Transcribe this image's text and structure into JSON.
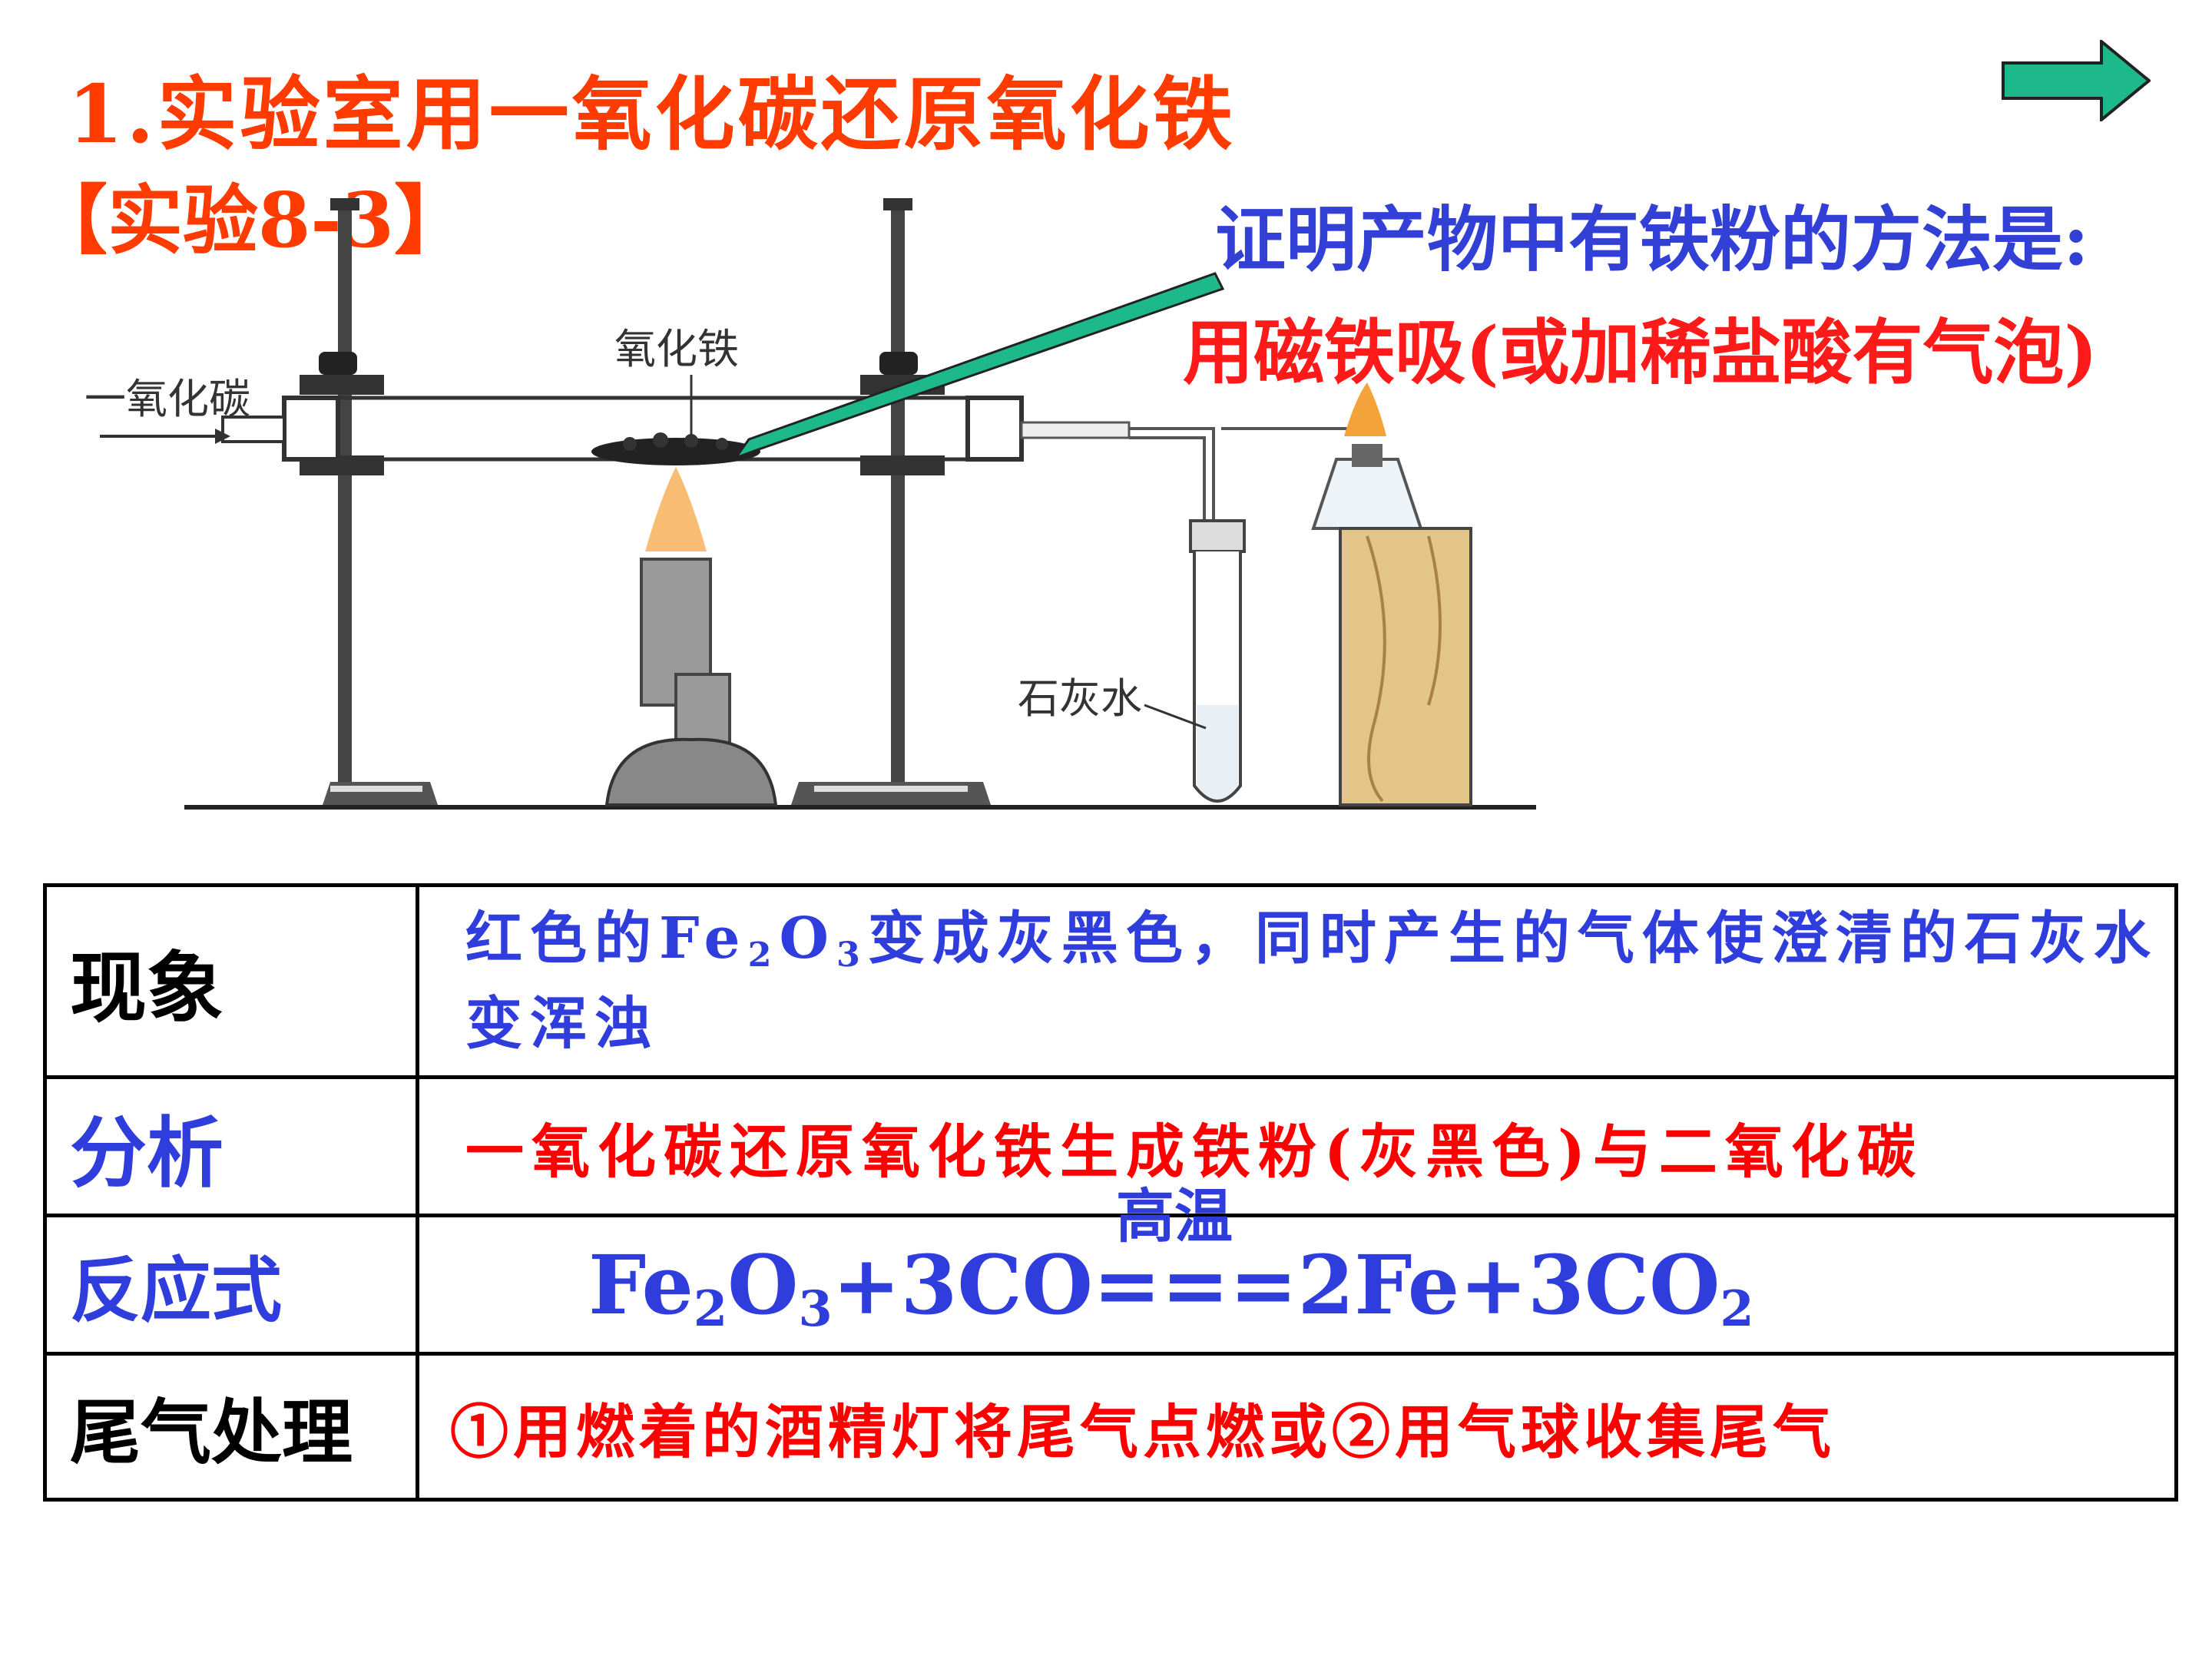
{
  "title": "1.实验室用一氧化碳还原氧化铁",
  "experiment_label": "【实验8-3】",
  "icons": {
    "next": "right-arrow-icon"
  },
  "colors": {
    "title": "#ff3b00",
    "blue": "#2e3ddc",
    "red": "#ff0000",
    "arrow": "#1db98a"
  },
  "proof": {
    "question": "证明产物中有铁粉的方法是:",
    "answer": "用磁铁吸(或加稀盐酸有气泡)"
  },
  "diagram": {
    "co_label": "一氧化碳",
    "fe2o3_label": "氧化铁",
    "limewater_label": "石灰水"
  },
  "table": {
    "phenomenon": {
      "header": "现象",
      "part1": "红色的Fe",
      "sub1": "2",
      "part2": "O",
      "sub2": "3",
      "part3": "变成灰黑色，同时产生的气体使澄清的石灰水变浑浊"
    },
    "analysis": {
      "header": "分析",
      "text": "一氧化碳还原氧化铁生成铁粉(灰黑色)与二氧化碳"
    },
    "equation": {
      "header": "反应式",
      "left1": "Fe",
      "sub1": "2",
      "left2": "O",
      "sub2": "3",
      "left3": "+3CO",
      "condition": "高温",
      "sign": "===",
      "right1": "2Fe+3CO",
      "sub3": "2"
    },
    "tail_gas": {
      "header": "尾气处理",
      "text": "①用燃着的酒精灯将尾气点燃或②用气球收集尾气"
    }
  }
}
